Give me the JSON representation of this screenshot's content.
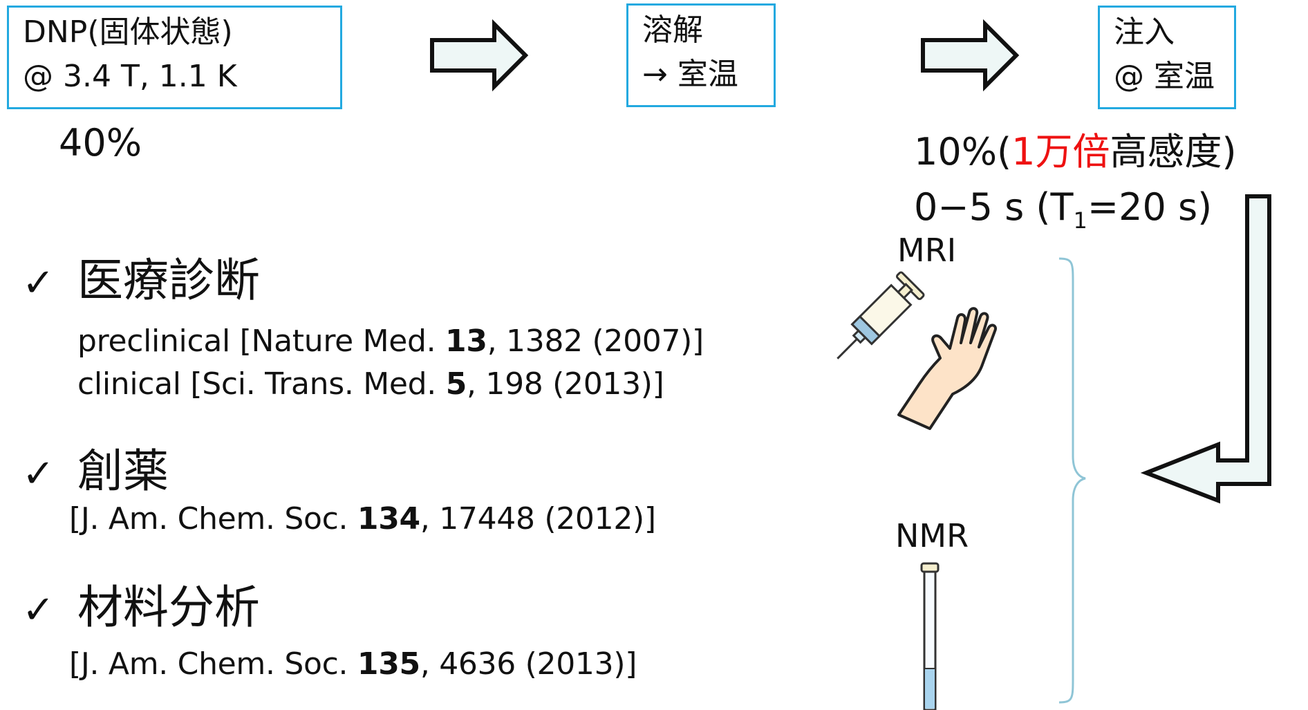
{
  "flow": {
    "step1": {
      "line1": "DNP(固体状態)",
      "line2": "@ 3.4 T, 1.1 K"
    },
    "step2": {
      "line1": "溶解",
      "line2": "→ 室温"
    },
    "step3": {
      "line1": "注入",
      "line2": "@ 室温"
    },
    "step1_value": "40%",
    "step3_value_pre": "10%(",
    "step3_value_red": "1万倍",
    "step3_value_post": "高感度)",
    "time_pre": "0−5 s (T",
    "time_sub": "1",
    "time_post": "=20 s)"
  },
  "applications": [
    {
      "mark": "✓",
      "title": "医療診断"
    },
    {
      "mark": "✓",
      "title": "創薬"
    },
    {
      "mark": "✓",
      "title": "材料分析"
    }
  ],
  "refs": {
    "r1": {
      "pre": "preclinical [Nature Med. ",
      "vol": "13",
      "post": ", 1382 (2007)]"
    },
    "r2": {
      "pre": "clinical [Sci. Trans. Med. ",
      "vol": "5",
      "post": ", 198 (2013)]"
    },
    "r3": {
      "pre": "[J. Am. Chem. Soc. ",
      "vol": "134",
      "post": ", 17448 (2012)]"
    },
    "r4": {
      "pre": "[J. Am. Chem. Soc. ",
      "vol": "135",
      "post": ", 4636 (2013)]"
    }
  },
  "labels": {
    "mri": "MRI",
    "nmr": "NMR"
  },
  "colors": {
    "box_border": "#22a9e0",
    "arrow_fill": "#eef7f6",
    "highlight": "#ee1111",
    "brace": "#8fc5d6"
  }
}
